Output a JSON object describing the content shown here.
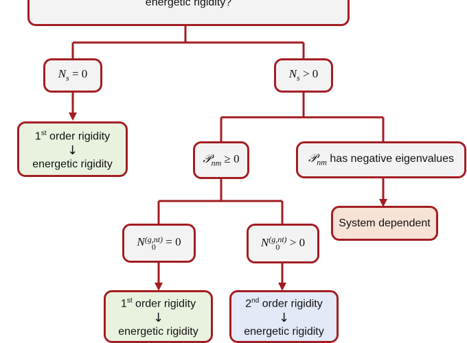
{
  "top_question": {
    "text": "energetic rigidity?"
  },
  "ns_zero": {
    "lhs": "N",
    "sub": "s",
    "rel": " = 0"
  },
  "ns_pos": {
    "lhs": "N",
    "sub": "s",
    "rel": " > 0"
  },
  "left_result": {
    "pre": "1",
    "sup": "st",
    "post": " order rigidity",
    "arrow": "↓",
    "bottom": "energetic rigidity"
  },
  "pnm_ge": {
    "lhs": "𝒫",
    "sub": "nm",
    "rel": " ≥ 0"
  },
  "pnm_neg": {
    "lhs": "𝒫",
    "sub": "nm",
    "text": " has negative eigenvalues"
  },
  "system_dependent": {
    "text": "System dependent"
  },
  "n0_zero": {
    "lhs": "N",
    "sub": "0",
    "sup": "(g,nt)",
    "rel": " = 0"
  },
  "n0_pos": {
    "lhs": "N",
    "sub": "0",
    "sup": "(g,nt)",
    "rel": " > 0"
  },
  "result_first": {
    "pre": "1",
    "sup": "st",
    "post": " order rigidity",
    "arrow": "↓",
    "bottom": "energetic rigidity"
  },
  "result_second": {
    "pre": "2",
    "sup": "nd",
    "post": " order rigidity",
    "arrow": "↓",
    "bottom": "energetic rigidity"
  },
  "colors": {
    "border": "#a31d22",
    "gray": "#f3f3f3",
    "green": "#e9f2df",
    "blue": "#e3e9f6",
    "orange": "#f7e2d6"
  }
}
